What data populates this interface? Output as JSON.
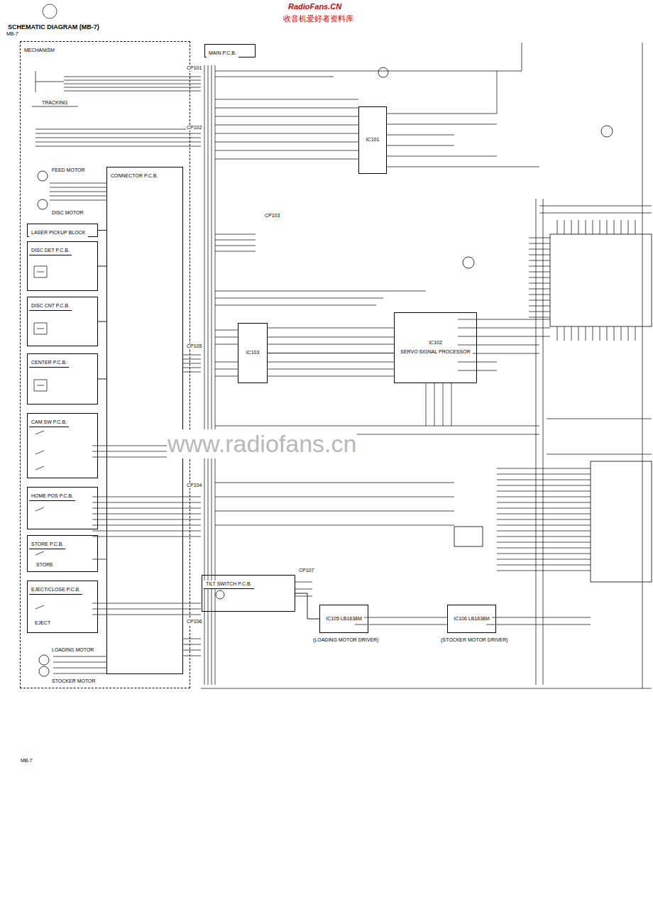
{
  "diagram": {
    "title": "SCHEMATIC DIAGRAM (MB-7)",
    "nodes": [
      {
        "text": [
          "MECHANISM"
        ]
      },
      {
        "text": [
          "CONNECTOR P.C.B."
        ],
        "in": 0
      },
      {
        "text": [
          "LASER PICKUP BLOCK"
        ],
        "in": 0
      },
      {
        "text": [
          "DISC DET P.C.B."
        ],
        "in": 0
      },
      {
        "text": [
          "DISC CNT P.C.B."
        ],
        "in": 0
      },
      {
        "text": [
          "CENTER P.C.B."
        ],
        "in": 0
      },
      {
        "text": [
          "CAM SW P.C.B."
        ],
        "in": 0
      },
      {
        "text": [
          "HOME POS P.C.B."
        ],
        "in": 0
      },
      {
        "text": [
          "STORE P.C.B."
        ],
        "in": 0
      },
      {
        "text": [
          "EJECT/CLOSE P.C.B."
        ],
        "in": 0
      },
      {
        "text": [
          "MAIN P.C.B."
        ]
      },
      {
        "text": [
          "TILT SWITCH P.C.B."
        ]
      },
      {
        "text": [
          "IC101"
        ]
      },
      {
        "text": [
          "IC103"
        ]
      },
      {
        "text": [
          "IC102",
          "SERVO SIGNAL PROCESSOR"
        ]
      },
      {
        "text": [
          "IC105 LB1638M"
        ]
      },
      {
        "text": [
          "IC106 LB1638M"
        ]
      }
    ],
    "edges": [
      {
        "from": 2,
        "to": 1,
        "arrow": "none"
      },
      {
        "from": 3,
        "to": 1,
        "arrow": "none"
      },
      {
        "from": 4,
        "to": 1,
        "arrow": "none"
      },
      {
        "from": 5,
        "to": 1,
        "arrow": "none"
      },
      {
        "from": 13,
        "to": 14,
        "arrow": "none"
      },
      {
        "from": 11,
        "to": 15,
        "arrow": "none"
      }
    ],
    "labels": [
      "MB-7",
      "RadioFans.CN",
      "收音机爱好者资料库",
      "TRACKING",
      "FEED MOTOR",
      "DISC MOTOR",
      "CP101",
      "CP102",
      "CP103",
      "CP105",
      "CP104",
      "CP106",
      "CP107",
      "STORE",
      "EJECT",
      "LOADING MOTOR",
      "STOCKER MOTOR",
      "(LOADING MOTOR DRIVER)",
      "(STOCKER MOTOR DRIVER)",
      "www.radiofans.cn",
      "MB-7"
    ]
  }
}
